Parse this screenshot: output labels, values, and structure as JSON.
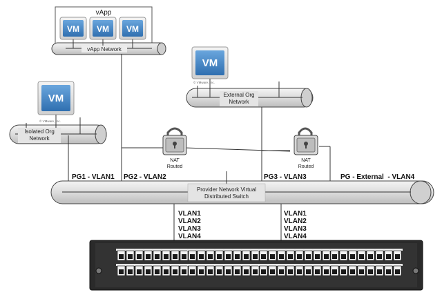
{
  "vapp": {
    "title": "vApp",
    "vm_labels": [
      "VM",
      "VM",
      "VM"
    ],
    "network_label": "vApp Network"
  },
  "external_org": {
    "vm_label": "VM",
    "vm_caption": "© VMware, Inc.",
    "network_label": [
      "External Org",
      "Network"
    ]
  },
  "isolated_org": {
    "vm_label": "VM",
    "vm_caption": "© VMware, Inc.",
    "network_label": [
      "Isolated Org",
      "Network"
    ]
  },
  "nat_routers": [
    {
      "label": [
        "NAT",
        "Routed"
      ]
    },
    {
      "label": [
        "NAT",
        "Routed"
      ]
    }
  ],
  "port_groups": [
    "PG1 - VLAN1",
    "PG2 - VLAN2",
    "PG3 - VLAN3",
    "PG - External  - VLAN4"
  ],
  "provider_switch": {
    "label": [
      "Provider Network Virtual",
      "Distributed Switch"
    ]
  },
  "trunks": [
    {
      "vlans": [
        "VLAN1",
        "VLAN2",
        "VLAN3",
        "VLAN4"
      ]
    },
    {
      "vlans": [
        "VLAN1",
        "VLAN2",
        "VLAN3",
        "VLAN4"
      ]
    }
  ],
  "colors": {
    "vm_blue": "#3f84c4",
    "pipe_fill": "#e6e6e6",
    "panel": "#2a2a2a"
  }
}
